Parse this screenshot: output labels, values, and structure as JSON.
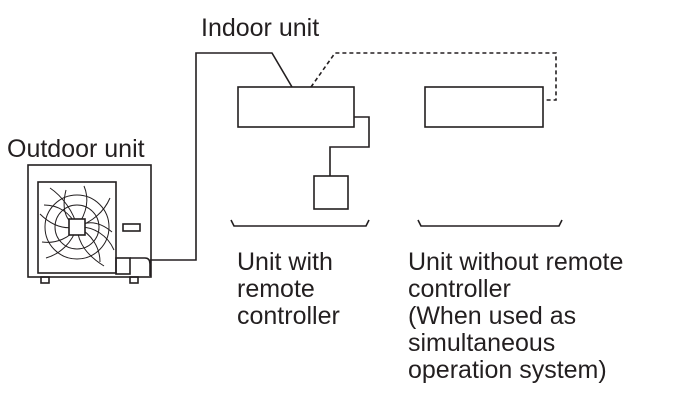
{
  "labels": {
    "indoor_unit": "Indoor unit",
    "outdoor_unit": "Outdoor unit",
    "unit_with_remote": [
      "Unit with",
      "remote",
      "controller"
    ],
    "unit_without_remote": [
      "Unit without remote",
      "controller",
      "(When used as",
      "simultaneous",
      "operation system)"
    ]
  },
  "colors": {
    "line": "#231f20",
    "background": "#ffffff"
  }
}
